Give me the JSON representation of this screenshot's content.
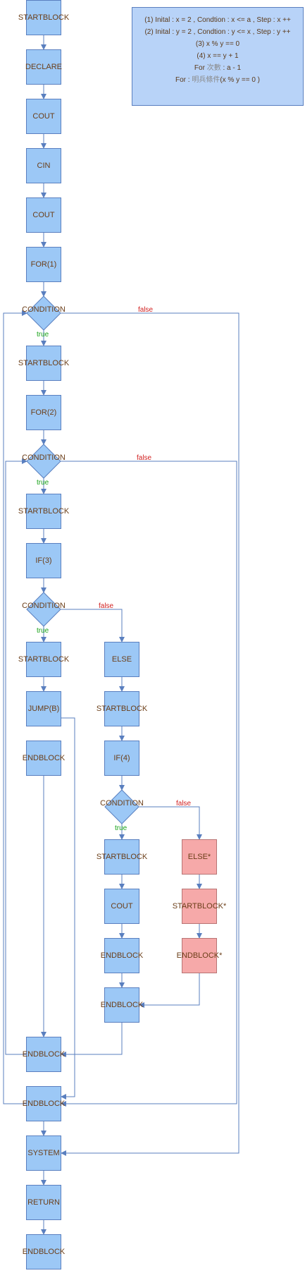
{
  "nodes": {
    "n1": "STARTBLOCK",
    "n2": "DECLARE",
    "n3": "COUT",
    "n4": "CIN",
    "n5": "COUT",
    "n6": "FOR(1)",
    "c1": "CONDITION",
    "n7": "STARTBLOCK",
    "n8": "FOR(2)",
    "c2": "CONDITION",
    "n9": "STARTBLOCK",
    "n10": "IF(3)",
    "c3": "CONDITION",
    "n11": "STARTBLOCK",
    "n12": "JUMP(B)",
    "n13": "ENDBLOCK",
    "e1": "ELSE",
    "e2": "STARTBLOCK",
    "e3": "IF(4)",
    "c4": "CONDITION",
    "e4": "STARTBLOCK",
    "e5": "COUT",
    "e6": "ENDBLOCK",
    "e7": "ENDBLOCK",
    "r1": "ELSE*",
    "r2": "STARTBLOCK*",
    "r3": "ENDBLOCK*",
    "m1": "ENDBLOCK",
    "m2": "ENDBLOCK",
    "s1": "SYSTEM",
    "s2": "RETURN",
    "s3": "ENDBLOCK"
  },
  "edge_labels": {
    "true": "true",
    "false": "false"
  },
  "note": {
    "line1": "(1)  Inital : x = 2  , Condtion : x <= a , Step : x ++",
    "line2": "(2)  Inital : y = 2  , Condtion : y <= x , Step : y ++",
    "line3": "(3) x % y == 0",
    "line4": "(4) x == y + 1",
    "line5_prefix": "For",
    "line5_gray": "次數",
    "line5_suffix": ": a - 1",
    "line6_prefix": "For :",
    "line6_gray": "明兵條件",
    "line6_suffix": "(x % y == 0 )"
  },
  "colors": {
    "block_fill": "#9cc8f6",
    "block_border": "#5a7fbf",
    "alt_fill": "#f6a9a9",
    "edge": "#5a7fbf",
    "true_label": "#1aa31a",
    "false_label": "#d11f1f",
    "note_fill": "#b8d3f8"
  }
}
